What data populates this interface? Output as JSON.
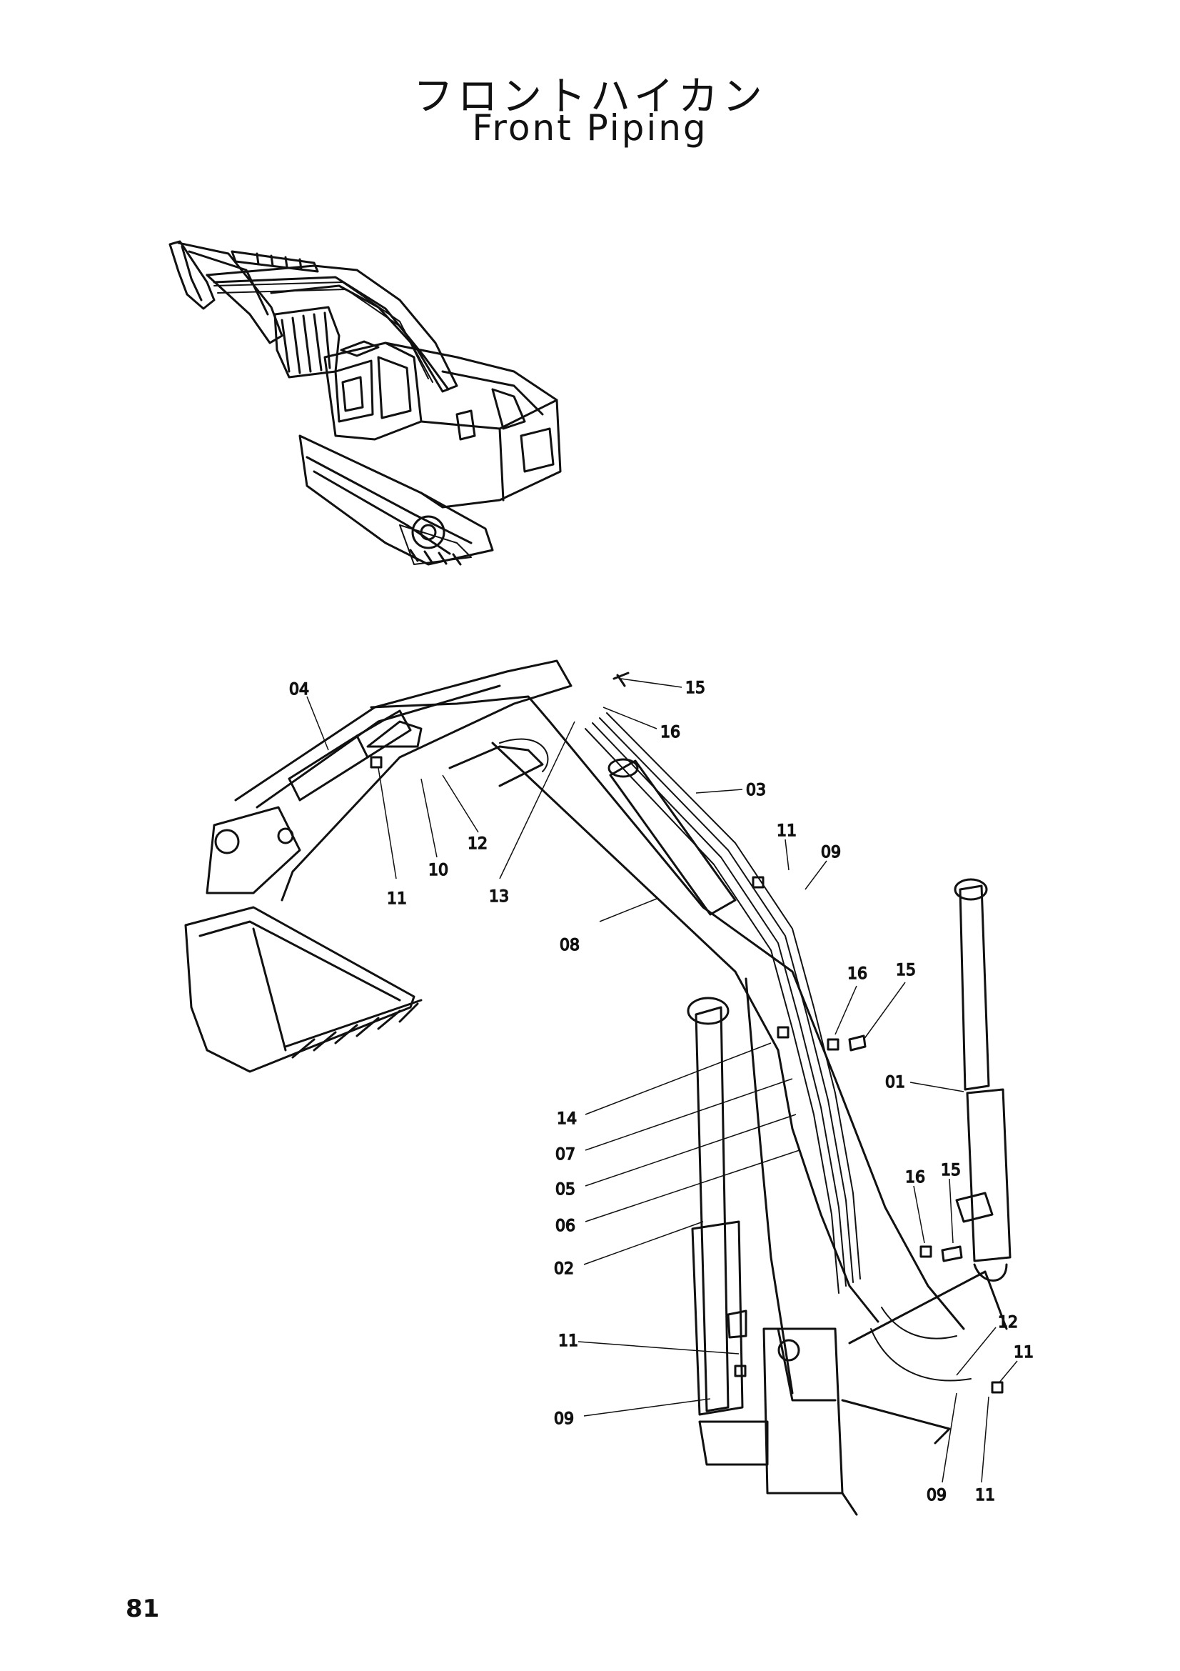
{
  "header": {
    "title_japanese": "フロントハイカン",
    "title_english": "Front Piping"
  },
  "callouts": [
    {
      "id": "c04a",
      "label": "04"
    },
    {
      "id": "c15a",
      "label": "15"
    },
    {
      "id": "c16a",
      "label": "16"
    },
    {
      "id": "c03",
      "label": "03"
    },
    {
      "id": "c11a",
      "label": "11"
    },
    {
      "id": "c09a",
      "label": "09"
    },
    {
      "id": "c12a",
      "label": "12"
    },
    {
      "id": "c10",
      "label": "10"
    },
    {
      "id": "c11b",
      "label": "11"
    },
    {
      "id": "c13",
      "label": "13"
    },
    {
      "id": "c08",
      "label": "08"
    },
    {
      "id": "c16b",
      "label": "16"
    },
    {
      "id": "c15b",
      "label": "15"
    },
    {
      "id": "c01",
      "label": "01"
    },
    {
      "id": "c14",
      "label": "14"
    },
    {
      "id": "c07",
      "label": "07"
    },
    {
      "id": "c05",
      "label": "05"
    },
    {
      "id": "c06",
      "label": "06"
    },
    {
      "id": "c16c",
      "label": "16"
    },
    {
      "id": "c15c",
      "label": "15"
    },
    {
      "id": "c02",
      "label": "02"
    },
    {
      "id": "c12b",
      "label": "12"
    },
    {
      "id": "c11c",
      "label": "11"
    },
    {
      "id": "c11d",
      "label": "11"
    },
    {
      "id": "c09b",
      "label": "09"
    },
    {
      "id": "c09c",
      "label": "09"
    },
    {
      "id": "c11e",
      "label": "11"
    }
  ],
  "footer": {
    "page_number": "81"
  }
}
